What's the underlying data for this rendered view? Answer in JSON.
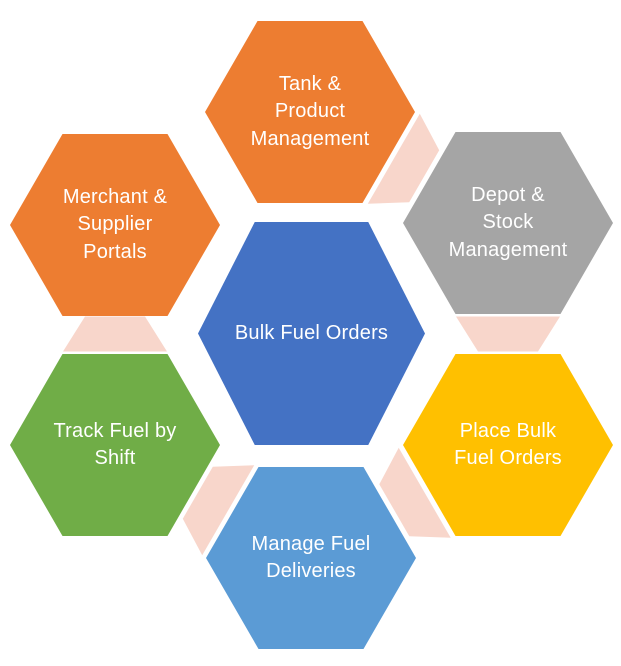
{
  "diagram": {
    "background": "#FFFFFF",
    "text_color": "#FFFFFF",
    "connector_color": "#F8D6CB",
    "nodes": {
      "center": {
        "label": "Bulk Fuel Orders",
        "text": "Bulk Fuel Orders",
        "color": "#4472C4"
      },
      "top": {
        "label": "Tank & Product Management",
        "text": "Tank &\nProduct\nManagement",
        "color": "#ED7D31"
      },
      "upper_right": {
        "label": "Depot & Stock Management",
        "text": "Depot &\nStock\nManagement",
        "color": "#A5A5A5"
      },
      "lower_right": {
        "label": "Place Bulk Fuel Orders",
        "text": "Place Bulk\nFuel Orders",
        "color": "#FFC000"
      },
      "bottom": {
        "label": "Manage Fuel Deliveries",
        "text": "Manage Fuel\nDeliveries",
        "color": "#5B9BD5"
      },
      "lower_left": {
        "label": "Track Fuel by Shift",
        "text": "Track Fuel by\nShift",
        "color": "#70AD47"
      },
      "upper_left": {
        "label": "Merchant & Supplier Portals",
        "text": "Merchant &\nSupplier\nPortals",
        "color": "#ED7D31"
      }
    }
  }
}
